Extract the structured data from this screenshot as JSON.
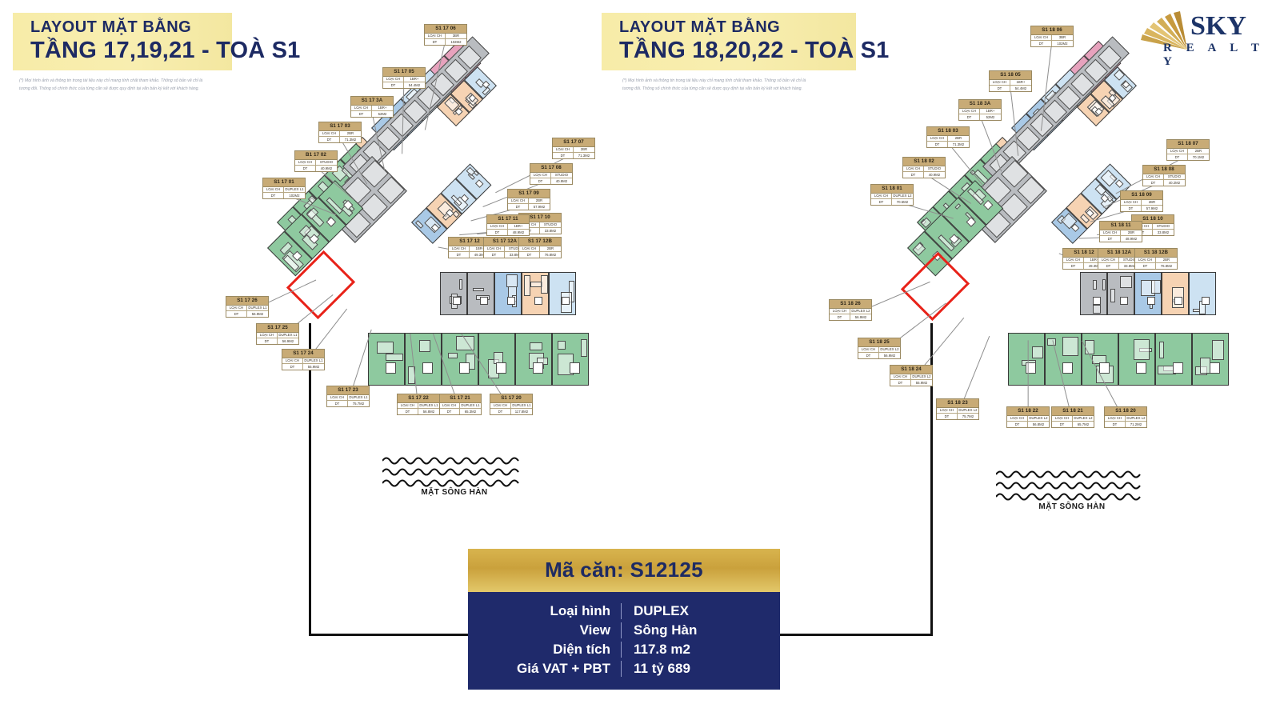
{
  "brand": {
    "name_top": "SKY",
    "name_bottom": "R E A L T Y",
    "icon": "sky-fan-logo"
  },
  "disclaimer": "(*) Mọi hình ảnh và thông tin trong tài liệu này chỉ mang tính chất tham khảo. Thông số bản vẽ chỉ là tương đối. Thông số chính thức của từng căn sẽ được quy định tại văn bản ký kết với khách hàng.",
  "river_label": "MẶT SÔNG HÀN",
  "plans": [
    {
      "header_line1": "LAYOUT MẶT BẰNG",
      "header_line2": "TẦNG 17,19,21 - TOÀ S1",
      "units": [
        {
          "code": "S1 17 01",
          "type_key": "LOẠI CH",
          "type": "DUPLEX L1",
          "area_key": "DT",
          "area": "102M2"
        },
        {
          "code": "B1 17 02",
          "type_key": "LOẠI CH",
          "type": "STUDIO",
          "area_key": "DT",
          "area": "40.9M2"
        },
        {
          "code": "S1 17 03",
          "type_key": "LOẠI CH",
          "type": "2BR",
          "area_key": "DT",
          "area": "71.3M2"
        },
        {
          "code": "S1 17 3A",
          "type_key": "LOẠI CH",
          "type": "1BR+",
          "area_key": "DT",
          "area": "52M2"
        },
        {
          "code": "S1 17 05",
          "type_key": "LOẠI CH",
          "type": "1BR+",
          "area_key": "DT",
          "area": "54.4M2"
        },
        {
          "code": "S1 17 06",
          "type_key": "LOẠI CH",
          "type": "3BR",
          "area_key": "DT",
          "area": "102M2"
        },
        {
          "code": "S1 17 07",
          "type_key": "LOẠI CH",
          "type": "2BR",
          "area_key": "DT",
          "area": "71.3M2"
        },
        {
          "code": "S1 17 08",
          "type_key": "LOẠI CH",
          "type": "STUDIO",
          "area_key": "DT",
          "area": "40.9M2"
        },
        {
          "code": "S1 17 09",
          "type_key": "LOẠI CH",
          "type": "2BR",
          "area_key": "DT",
          "area": "57.9M2"
        },
        {
          "code": "S1 17 10",
          "type_key": "LOẠI CH",
          "type": "STUDIO",
          "area_key": "DT",
          "area": "33.8M2"
        },
        {
          "code": "S1 17 11",
          "type_key": "LOẠI CH",
          "type": "1BR+",
          "area_key": "DT",
          "area": "48.9M2"
        },
        {
          "code": "S1 17 12",
          "type_key": "LOẠI CH",
          "type": "1BR+",
          "area_key": "DT",
          "area": "49.3M2"
        },
        {
          "code": "S1 17 12A",
          "type_key": "LOẠI CH",
          "type": "STUDIO",
          "area_key": "DT",
          "area": "33.8M2"
        },
        {
          "code": "S1 17 12B",
          "type_key": "LOẠI CH",
          "type": "2BR",
          "area_key": "DT",
          "area": "76.8M2"
        },
        {
          "code": "S1 17 20",
          "type_key": "LOẠI CH",
          "type": "DUPLEX L1",
          "area_key": "DT",
          "area": "117.8M2"
        },
        {
          "code": "S1 17 21",
          "type_key": "LOẠI CH",
          "type": "DUPLEX L1",
          "area_key": "DT",
          "area": "65.3M2"
        },
        {
          "code": "S1 17 22",
          "type_key": "LOẠI CH",
          "type": "DUPLEX L1",
          "area_key": "DT",
          "area": "56.8M2"
        },
        {
          "code": "S1 17 23",
          "type_key": "LOẠI CH",
          "type": "DUPLEX L1",
          "area_key": "DT",
          "area": "75.7M2"
        },
        {
          "code": "S1 17 24",
          "type_key": "LOẠI CH",
          "type": "DUPLEX L1",
          "area_key": "DT",
          "area": "55.9M2"
        },
        {
          "code": "S1 17 25",
          "type_key": "LOẠI CH",
          "type": "DUPLEX L1",
          "area_key": "DT",
          "area": "56.9M2"
        },
        {
          "code": "S1 17 26",
          "type_key": "LOẠI CH",
          "type": "DUPLEX L1",
          "area_key": "DT",
          "area": "56.9M2"
        }
      ]
    },
    {
      "header_line1": "LAYOUT MẶT BẰNG",
      "header_line2": "TẦNG 18,20,22 - TOÀ S1",
      "units": [
        {
          "code": "S1 18 01",
          "type_key": "LOẠI CH",
          "type": "DUPLEX L2",
          "area_key": "DT",
          "area": "70.5M2"
        },
        {
          "code": "S1 18 02",
          "type_key": "LOẠI CH",
          "type": "STUDIO",
          "area_key": "DT",
          "area": "40.9M2"
        },
        {
          "code": "S1 18 03",
          "type_key": "LOẠI CH",
          "type": "2BR",
          "area_key": "DT",
          "area": "71.3M2"
        },
        {
          "code": "S1 18 3A",
          "type_key": "LOẠI CH",
          "type": "1BR+",
          "area_key": "DT",
          "area": "52M2"
        },
        {
          "code": "S1 18 05",
          "type_key": "LOẠI CH",
          "type": "1BR+",
          "area_key": "DT",
          "area": "54.4M2"
        },
        {
          "code": "S1 18 06",
          "type_key": "LOẠI CH",
          "type": "3BR",
          "area_key": "DT",
          "area": "102M2"
        },
        {
          "code": "S1 18 07",
          "type_key": "LOẠI CH",
          "type": "2BR",
          "area_key": "DT",
          "area": "70.1M2"
        },
        {
          "code": "S1 18 08",
          "type_key": "LOẠI CH",
          "type": "STUDIO",
          "area_key": "DT",
          "area": "40.2M2"
        },
        {
          "code": "S1 18 09",
          "type_key": "LOẠI CH",
          "type": "2BR",
          "area_key": "DT",
          "area": "57.9M2"
        },
        {
          "code": "S1 18 10",
          "type_key": "LOẠI CH",
          "type": "STUDIO",
          "area_key": "DT",
          "area": "33.8M2"
        },
        {
          "code": "S1 18 11",
          "type_key": "LOẠI CH",
          "type": "2BR",
          "area_key": "DT",
          "area": "48.9M2"
        },
        {
          "code": "S1 18 12",
          "type_key": "LOẠI CH",
          "type": "1BR+",
          "area_key": "DT",
          "area": "49.3M2"
        },
        {
          "code": "S1 18 12A",
          "type_key": "LOẠI CH",
          "type": "STUDIO",
          "area_key": "DT",
          "area": "33.8M2"
        },
        {
          "code": "S1 18 12B",
          "type_key": "LOẠI CH",
          "type": "2BR",
          "area_key": "DT",
          "area": "76.8M2"
        },
        {
          "code": "S1 18 20",
          "type_key": "LOẠI CH",
          "type": "DUPLEX L2",
          "area_key": "DT",
          "area": "71.2M2"
        },
        {
          "code": "S1 18 21",
          "type_key": "LOẠI CH",
          "type": "DUPLEX L2",
          "area_key": "DT",
          "area": "65.7M2"
        },
        {
          "code": "S1 18 22",
          "type_key": "LOẠI CH",
          "type": "DUPLEX L2",
          "area_key": "DT",
          "area": "56.8M2"
        },
        {
          "code": "S1 18 23",
          "type_key": "LOẠI CH",
          "type": "DUPLEX L2",
          "area_key": "DT",
          "area": "75.7M2"
        },
        {
          "code": "S1 18 24",
          "type_key": "LOẠI CH",
          "type": "DUPLEX L2",
          "area_key": "DT",
          "area": "55.9M2"
        },
        {
          "code": "S1 18 25",
          "type_key": "LOẠI CH",
          "type": "DUPLEX L2",
          "area_key": "DT",
          "area": "56.9M2"
        },
        {
          "code": "S1 18 26",
          "type_key": "LOẠI CH",
          "type": "DUPLEX L2",
          "area_key": "DT",
          "area": "56.9M2"
        }
      ]
    }
  ],
  "info": {
    "title": "Mã căn: S12125",
    "rows": [
      {
        "key": "Loại hình",
        "value": "DUPLEX"
      },
      {
        "key": "View",
        "value": "Sông Hàn"
      },
      {
        "key": "Diện tích",
        "value": "117.8 m2"
      },
      {
        "key": "Giá VAT + PBT",
        "value": "11 tỷ 689"
      }
    ]
  },
  "colors": {
    "gold": "#c8ab76",
    "navy": "#1f2a6b",
    "header_band": "#f7eca8",
    "highlight_red": "#e8231a",
    "unit_green": "#8ec99f",
    "unit_blue": "#a9c9e6",
    "unit_light_blue": "#cde2f2",
    "unit_peach": "#f6d3b3",
    "unit_pink": "#e7a2bd",
    "unit_core_gray": "#b9bcc0"
  }
}
